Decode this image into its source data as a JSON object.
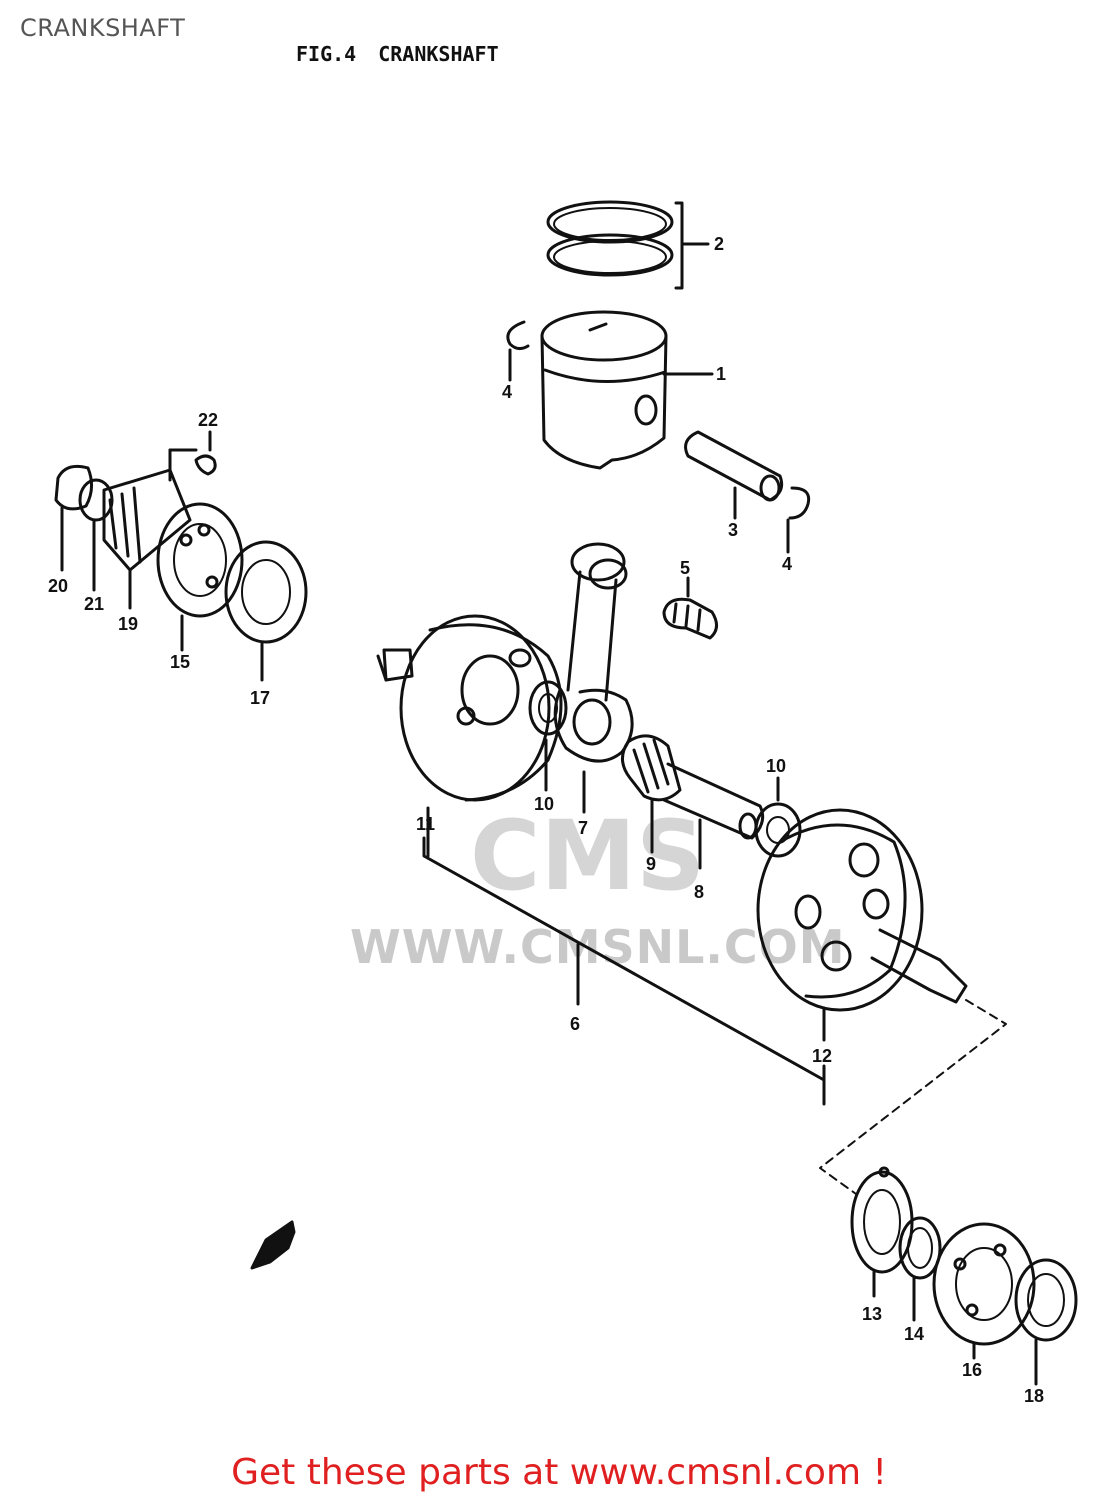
{
  "page": {
    "title": "CRANKSHAFT"
  },
  "figure": {
    "number": "FIG.4",
    "title": "CRANKSHAFT"
  },
  "watermark": {
    "logo": "CMS",
    "url": "WWW.CMSNL.COM"
  },
  "callouts": [
    "1",
    "2",
    "3",
    "4",
    "4",
    "5",
    "6",
    "7",
    "8",
    "9",
    "10",
    "10",
    "11",
    "12",
    "13",
    "14",
    "15",
    "16",
    "17",
    "18",
    "19",
    "20",
    "21",
    "22"
  ],
  "footer": {
    "cta": "Get these parts at www.cmsnl.com !"
  },
  "colors": {
    "line": "#111111",
    "cta": "#e02020",
    "watermark": "#c9c9c9"
  }
}
